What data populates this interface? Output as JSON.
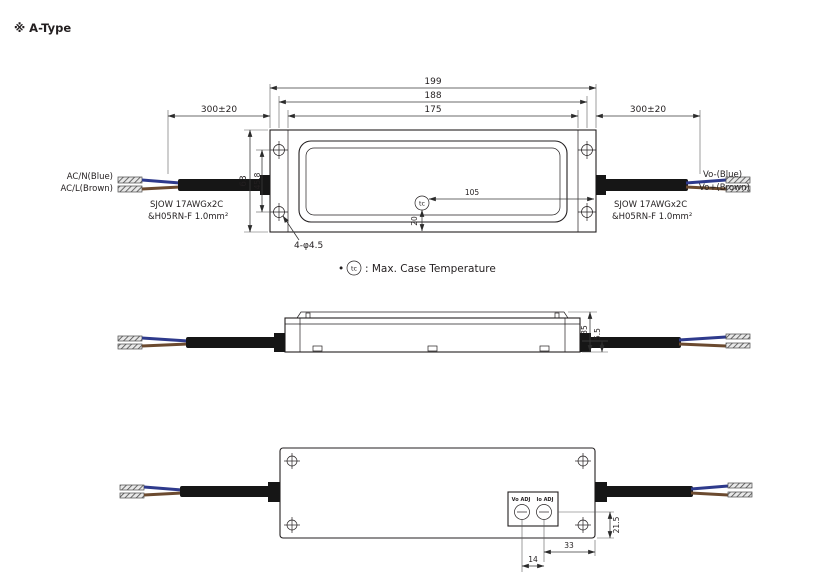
{
  "title": "※ A-Type",
  "note": {
    "bullet": "•",
    "tc": "tc",
    "text": ": Max. Case Temperature"
  },
  "top_view": {
    "dim_overall": "199",
    "dim_holes": "188",
    "dim_body": "175",
    "dim_cable_left": "300±20",
    "dim_cable_right": "300±20",
    "dim_height": "63",
    "dim_hole_height": "45.8",
    "dim_tc_x": "105",
    "dim_tc_y": "20",
    "dim_hole_note": "4-φ4.5",
    "tc": "tc",
    "label_ac_n": "AC/N(Blue)",
    "label_ac_l": "AC/L(Brown)",
    "label_input_cable_line1": "SJOW 17AWGx2C",
    "label_input_cable_line2": "&H05RN-F 1.0mm²",
    "label_vo_minus": "Vo-(Blue)",
    "label_vo_plus": "Vo+(Brown)",
    "label_output_cable_line1": "SJOW 17AWGx2C",
    "label_output_cable_line2": "&H05RN-F 1.0mm²"
  },
  "side_view": {
    "dim_height": "35",
    "dim_base": "5.5"
  },
  "bottom_view": {
    "dim_pot_pitch": "14",
    "dim_pot_edge": "33",
    "dim_pot_vertical": "21.5",
    "label_pot_left": "Vo ADJ",
    "label_pot_right": "Io ADJ"
  },
  "colors": {
    "line": "#231f20",
    "wire_blue": "#2e3a8c",
    "wire_brown": "#6b4a2f",
    "cable": "#161616"
  }
}
